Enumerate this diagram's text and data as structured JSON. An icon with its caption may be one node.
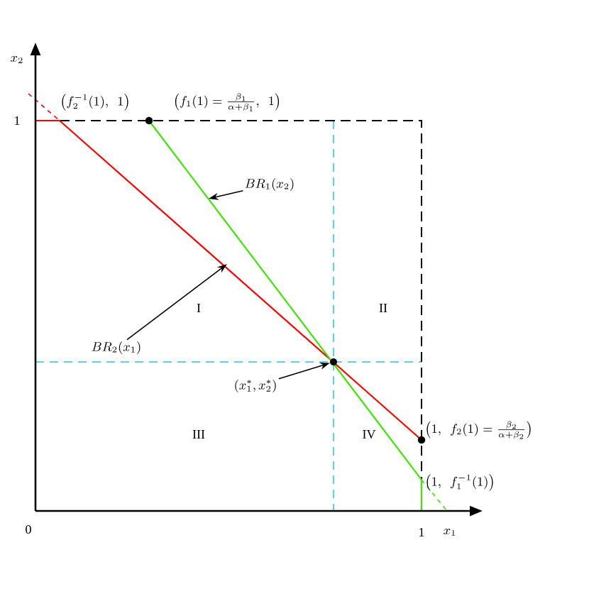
{
  "diagram": {
    "nodes": [
      {
        "text": [
          "BR_1(x_2)"
        ]
      },
      {
        "text": [
          "BR_2(x_1)"
        ]
      },
      {
        "text": [
          "(x_1^*, x_2^*)"
        ]
      },
      {
        "text": [],
        "shape": "circle"
      }
    ],
    "edges": [
      {
        "from": 0,
        "to": null,
        "arrow": "to"
      },
      {
        "from": 1,
        "to": null,
        "arrow": "to"
      },
      {
        "from": 2,
        "to": 3,
        "arrow": "to"
      }
    ],
    "labels": [
      "x_2",
      "1",
      "\\left(f_2^{-1}(1),\\ \\ 1\\right)",
      "\\left(f_1(1)=\\frac{\\beta_1}{\\alpha+\\beta_1},\\ \\ 1\\right)",
      "I",
      "II",
      "III",
      "IV",
      "\\left(1,\\ \\ f_2(1)=\\frac{\\beta_2}{\\alpha+\\beta_2}\\right)",
      "\\left(1,\\ \\ f_1^{-1}(1)\\right)",
      "0",
      "1",
      "x_1"
    ]
  }
}
